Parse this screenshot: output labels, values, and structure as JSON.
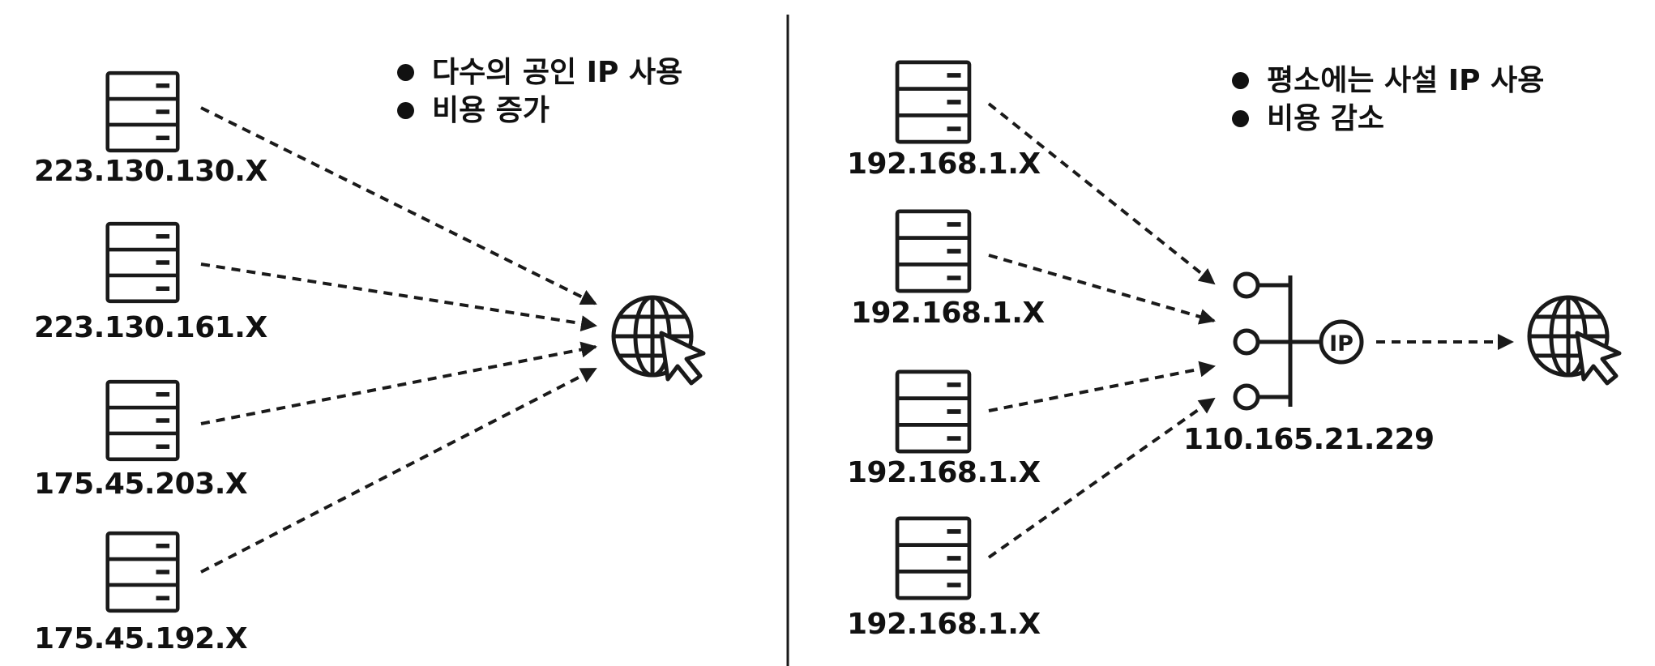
{
  "left_panel": {
    "bullets": [
      "다수의 공인 IP 사용",
      "비용 증가"
    ],
    "servers": [
      {
        "ip": "223.130.130.X"
      },
      {
        "ip": "223.130.161.X"
      },
      {
        "ip": "175.45.203.X"
      },
      {
        "ip": "175.45.192.X"
      }
    ]
  },
  "right_panel": {
    "bullets": [
      "평소에는 사설 IP 사용",
      "비용 감소"
    ],
    "servers": [
      {
        "ip": "192.168.1.X"
      },
      {
        "ip": "192.168.1.X"
      },
      {
        "ip": "192.168.1.X"
      },
      {
        "ip": "192.168.1.X"
      }
    ],
    "nat": {
      "badge": "IP",
      "public_ip": "110.165.21.229"
    }
  },
  "icons": {
    "server": "server-rack-icon",
    "internet": "globe-cursor-icon",
    "nat": "ip-hub-icon"
  },
  "colors": {
    "stroke": "#1a1a1a",
    "text": "#111111",
    "background": "#ffffff"
  }
}
